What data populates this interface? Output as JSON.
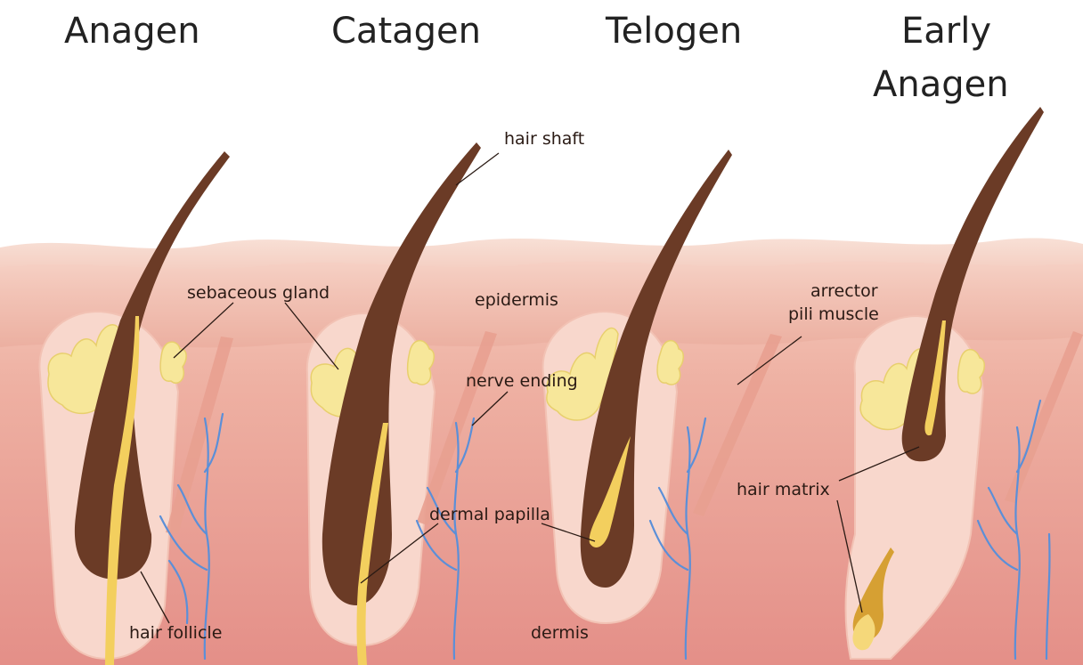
{
  "stages": {
    "anagen": "Anagen",
    "catagen": "Catagen",
    "telogen": "Telogen",
    "early_anagen_line1": "Early",
    "early_anagen_line2": "Anagen"
  },
  "labels": {
    "hair_shaft": "hair shaft",
    "sebaceous_gland": "sebaceous gland",
    "epidermis": "epidermis",
    "arrector_line1": "arrector",
    "arrector_line2": "pili muscle",
    "nerve_ending": "nerve ending",
    "hair_matrix": "hair matrix",
    "dermal_papilla": "dermal papilla",
    "hair_follicle": "hair follicle",
    "dermis": "dermis"
  },
  "colors": {
    "skin_top": "#f5c9bc",
    "skin_band": "#efb4a6",
    "dermis": "#e79b92",
    "follicle_sheath": "#f8d9cf",
    "hair": "#6b3b26",
    "papilla": "#f3cf5e",
    "gland": "#f7e79a",
    "nerve": "#5b8fd8"
  }
}
